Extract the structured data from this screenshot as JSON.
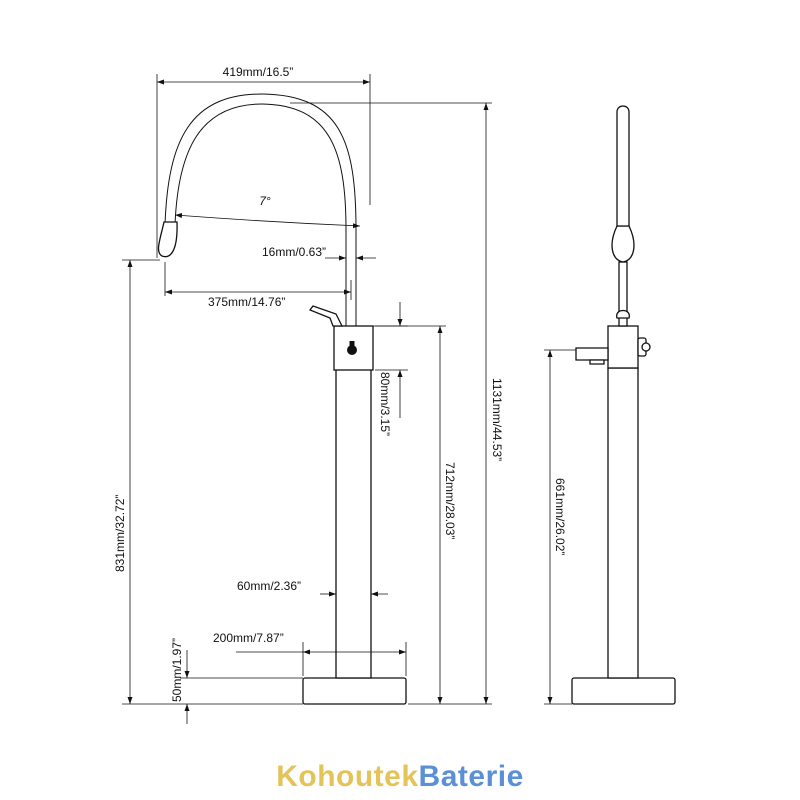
{
  "dimensions": {
    "spout_reach": "419mm/16.5”",
    "angle": "7°",
    "spout_tube": "16mm/0.63”",
    "spout_projection": "375mm/14.76”",
    "handle_block": "80mm/3.15”",
    "body_height": "712mm/28.03”",
    "total_height": "1131mm/44.53”",
    "outlet_height": "831mm/32.72”",
    "column_width": "60mm/2.36”",
    "base_width": "200mm/7.87”",
    "base_height": "50mm/1.97”",
    "side_height": "661mm/26.02”"
  },
  "brand": {
    "part1": "Kohoutek",
    "part2": "Baterie"
  },
  "colors": {
    "line": "#111111",
    "brand_gold": "#e3c35a",
    "brand_blue": "#5b8fd6"
  }
}
